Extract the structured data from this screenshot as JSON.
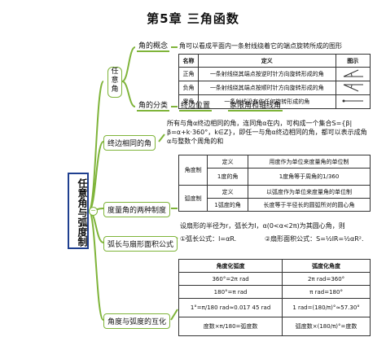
{
  "title": "第5章    三角函数",
  "root": "任意角与弧度制",
  "branch1": {
    "label": "任意角",
    "concept_label": "角的概念",
    "concept_text": "角可以看成平面内一条射线绕着它的端点旋转所成的图形",
    "table": {
      "headers": [
        "名称",
        "定义",
        "图示"
      ],
      "rows": [
        {
          "name": "正角",
          "def": "一条射线绕其端点按逆时针方向旋转形成的角"
        },
        {
          "name": "负角",
          "def": "一条射线绕其端点按顺时针方向旋转形成的角"
        },
        {
          "name": "零角",
          "def": "一条射线没有作任何旋转形成的角"
        }
      ]
    },
    "class_label": "角的分类",
    "class_items": [
      "终边位置",
      "象限角和轴线角"
    ]
  },
  "branch2": {
    "label": "终边相同的角",
    "text": "所有与角α终边相同的角，连同角α在内，可构成一个集合S={β|β=α+k·360°，k∈Z}，即任一与角α终边相同的角，都可以表示成角α与整数个周角的和"
  },
  "branch3": {
    "label": "度量角的两种制度",
    "table": {
      "rows": [
        {
          "group": "角度制",
          "k": "定义",
          "v": "用度作为单位来度量角的单位制"
        },
        {
          "group": "",
          "k": "1度的角",
          "v": "1度角等于周角的1/360"
        },
        {
          "group": "弧度制",
          "k": "定义",
          "v": "以弧度作为单位来度量角的单位制"
        },
        {
          "group": "",
          "k": "1弧度的角",
          "v": "长度等于半径长的圆弧所对的圆心角"
        }
      ]
    }
  },
  "branch4": {
    "label": "弧长与扇形面积公式",
    "text": "设扇形的半径为r，弧长为l，α(0<α<2π)为其圆心角，则",
    "f1": "①弧长公式：l=αR.",
    "f2": "②扇形面积公式：S=½lR=½αR²."
  },
  "branch5": {
    "label": "角度与弧度的互化",
    "table": {
      "headers": [
        "角度化弧度",
        "弧度化角度"
      ],
      "rows": [
        [
          "360°=2π rad",
          "2π rad=360°"
        ],
        [
          "180°=π rad",
          "π rad=180°"
        ],
        [
          "1°=π/180 rad≈0.017 45 rad",
          "1 rad=(180/π)°≈57.30°"
        ],
        [
          "度数×π/180=弧度数",
          "弧度数×(180/π)°=度数"
        ]
      ]
    }
  }
}
